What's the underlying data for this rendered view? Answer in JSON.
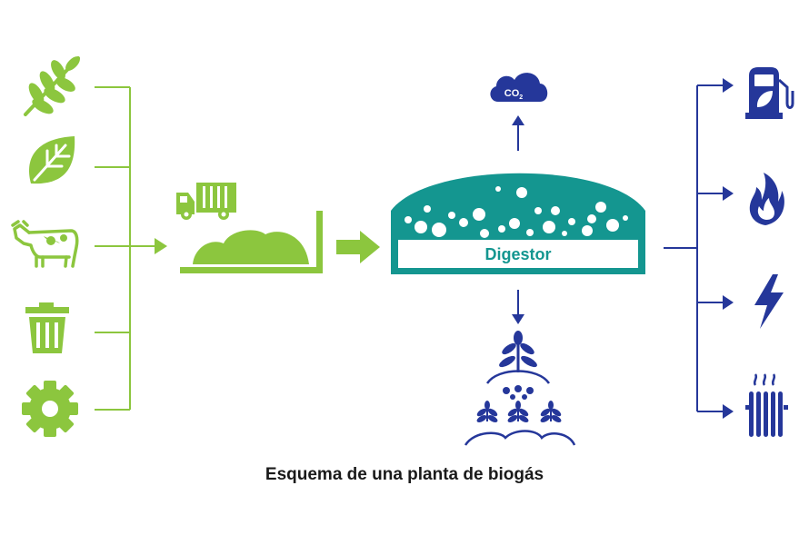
{
  "diagram": {
    "caption": "Esquema de una planta de biogás",
    "digestor_label": "Digestor",
    "co2_label": "CO",
    "co2_subscript": "2",
    "inputs": [
      "wheat-icon",
      "leaf-icon",
      "cow-icon",
      "trash-bin-icon",
      "gear-icon"
    ],
    "outputs": [
      "fuel-pump-icon",
      "flame-icon",
      "lightning-icon",
      "radiator-icon"
    ],
    "colors": {
      "green": "#8cc63e",
      "teal": "#149690",
      "blue": "#25379a"
    }
  }
}
